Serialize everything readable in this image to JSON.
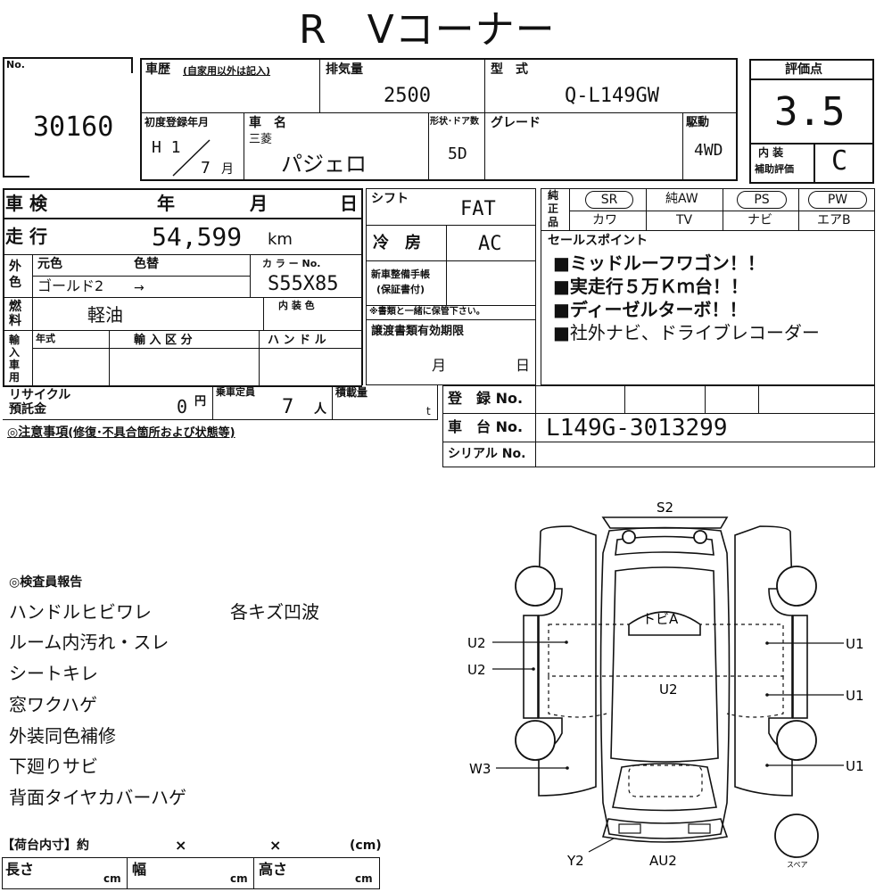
{
  "header": {
    "title": "R　Vコーナー"
  },
  "sheet": {
    "no_label": "No.",
    "no_value": "30160",
    "history_label": "車歴",
    "history_note": "(自家用以外は記入)",
    "displacement_label": "排気量",
    "displacement_value": "2500",
    "model_label": "型　式",
    "model_value": "Q-L149GW",
    "first_reg_label": "初度登録年月",
    "first_reg_era": "H 1",
    "first_reg_month": "7",
    "month_unit": "月",
    "car_name_label": "車　名",
    "maker": "三菱",
    "car_name": "パジェロ",
    "body_doors_label": "形状･ドア数",
    "doors_value": "5D",
    "grade_label": "グレード",
    "drive_label": "駆動",
    "drive_value": "4WD",
    "score_label": "評価点",
    "score_value": "3.5",
    "interior_label_1": "内 装",
    "interior_label_2": "補助評価",
    "interior_value": "C",
    "inspection_label": "車 検",
    "inspection_year": "年",
    "inspection_month": "月",
    "inspection_day": "日",
    "shift_label": "シフト",
    "shift_value": "FAT",
    "mileage_label": "走 行",
    "mileage_value": "54,599",
    "mileage_unit": "km",
    "ac_label": "冷　房",
    "ac_value": "AC",
    "exterior_label": "外色",
    "original_color_label": "元色",
    "color_change_label": "色替",
    "original_color_value": "ゴールド2",
    "arrow": "→",
    "color_no_label": "カ ラ ー No.",
    "color_no_value": "S55X85",
    "interior_color_label": "内 装 色",
    "fuel_label": "燃料",
    "fuel_value": "軽油",
    "maint_book_label_1": "新車整備手帳",
    "maint_book_label_2": "(保証書付)",
    "maint_note": "※書類と一緒に保管下さい。",
    "import_label": "輸入車用",
    "model_year_label": "年式",
    "import_class_label": "輸 入 区 分",
    "handle_label": "ハ ン ド ル",
    "docs_expiry_label": "譲渡書類有効期限",
    "docs_month": "月",
    "docs_day": "日",
    "recycle_label_1": "リサイクル",
    "recycle_label_2": "預託金",
    "recycle_value": "0",
    "yen_unit": "円",
    "capacity_label": "乗車定員",
    "capacity_value": "7",
    "person_unit": "人",
    "load_label": "積載量",
    "ton_unit": "t",
    "reg_no_label": "登　録 No.",
    "chassis_no_label": "車　台 No.",
    "chassis_no_value": "L149G-3013299",
    "serial_no_label": "シリアル No.",
    "caution_label": "◎注意事項",
    "caution_note": "(修復･不具合箇所および状態等)"
  },
  "equipment": {
    "pure_label": "純正品",
    "top": [
      "SR",
      "純AW",
      "PS",
      "PW"
    ],
    "bottom": [
      "カワ",
      "TV",
      "ナビ",
      "エアB"
    ]
  },
  "sales": {
    "label": "セールスポイント",
    "points": [
      "■ミッドルーフワゴン！！",
      "■実走行５万Ｋｍ台！！",
      "■ディーゼルターボ！！",
      "■社外ナビ、ドライブレコーダー"
    ]
  },
  "inspector": {
    "title": "◎検査員報告",
    "notes": [
      "ハンドルヒビワレ",
      "ルーム内汚れ・スレ",
      "シートキレ",
      "窓ワクハゲ",
      "外装同色補修",
      "下廻りサビ",
      "背面タイヤカバーハゲ"
    ],
    "extra": "各キズ凹波"
  },
  "cargo": {
    "title": "【荷台内寸】約",
    "times_1": "×",
    "times_2": "×",
    "unit": "(cm)",
    "length_label": "長さ",
    "width_label": "幅",
    "height_label": "高さ",
    "cm": "cm"
  },
  "diagram": {
    "s2": "S2",
    "tobi": "トビA",
    "u2_left_1": "U2",
    "u2_left_2": "U2",
    "u2_center": "U2",
    "u1_1": "U1",
    "u1_2": "U1",
    "u1_3": "U1",
    "w3": "W3",
    "y2": "Y2",
    "au2": "AU2",
    "spare": "スペア"
  }
}
